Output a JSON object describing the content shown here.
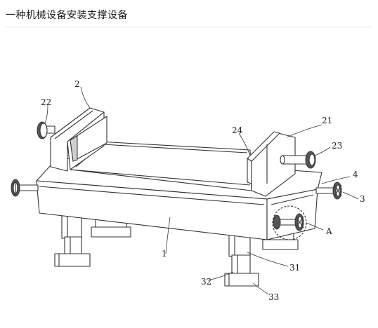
{
  "document": {
    "title": "一种机械设备安装支撑设备"
  },
  "figure": {
    "labels": {
      "l1": "1",
      "l2": "2",
      "l3": "3",
      "l4": "4",
      "l21": "21",
      "l22": "22",
      "l23": "23",
      "l24": "24",
      "l31": "31",
      "l32": "32",
      "l33": "33",
      "lA": "A"
    }
  }
}
